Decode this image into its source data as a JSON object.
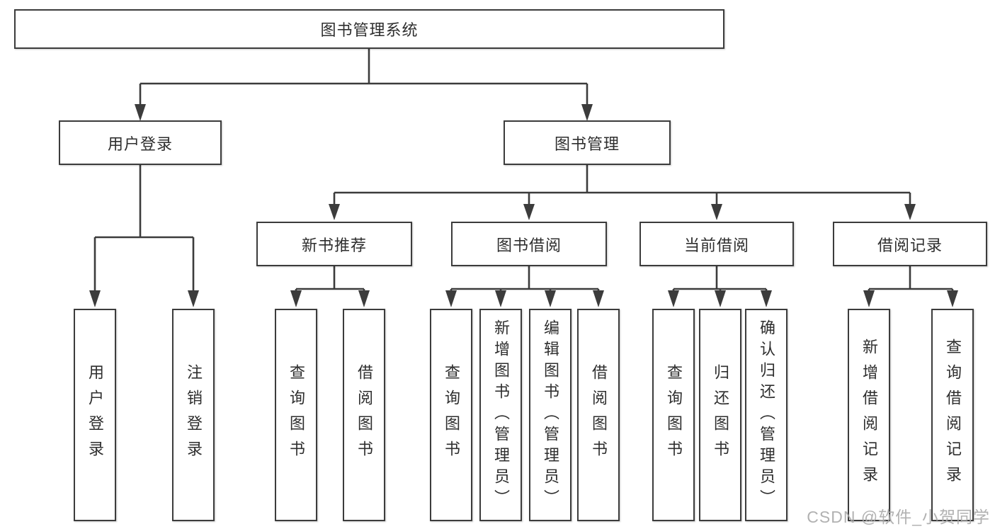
{
  "page": {
    "background": "#ffffff"
  },
  "colors": {
    "line": "#3c3c3c",
    "box_border": "#3c3c3c",
    "text": "#2e2e2e",
    "watermark": "#aaaaaa"
  },
  "watermark": {
    "text": "CSDN @软件_小贺同学"
  },
  "tree": {
    "root": {
      "label": "图书管理系统"
    },
    "children": [
      {
        "label": "用户登录",
        "children": [
          {
            "label": "用户登录"
          },
          {
            "label": "注销登录"
          }
        ]
      },
      {
        "label": "图书管理",
        "children": [
          {
            "label": "新书推荐",
            "children": [
              {
                "label": "查询图书"
              },
              {
                "label": "借阅图书"
              }
            ]
          },
          {
            "label": "图书借阅",
            "children": [
              {
                "label": "查询图书"
              },
              {
                "label": "新增图书（管理员）"
              },
              {
                "label": "编辑图书（管理员）"
              },
              {
                "label": "借阅图书"
              }
            ]
          },
          {
            "label": "当前借阅",
            "children": [
              {
                "label": "查询图书"
              },
              {
                "label": "归还图书"
              },
              {
                "label": "确认归还（管理员）"
              }
            ]
          },
          {
            "label": "借阅记录",
            "children": [
              {
                "label": "新增借阅记录"
              },
              {
                "label": "查询借阅记录"
              }
            ]
          }
        ]
      }
    ]
  }
}
